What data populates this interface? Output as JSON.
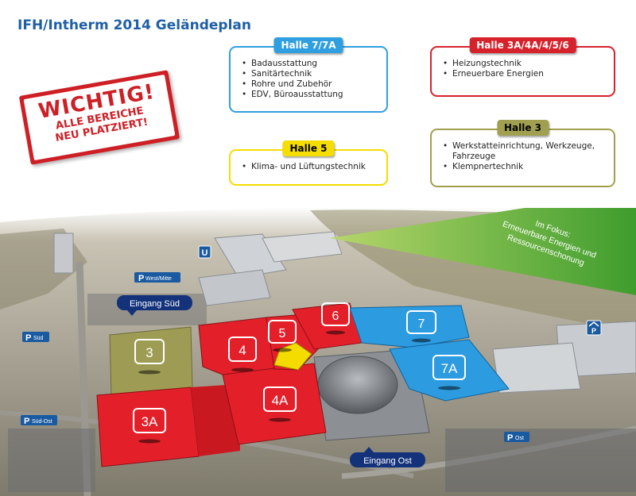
{
  "title": "IFH/Intherm 2014 Geländeplan",
  "legend": {
    "halle_7_7a": {
      "label": "Halle 7/7A",
      "color": "#2f9fe0",
      "items": [
        "Badausstattung",
        "Sanitärtechnik",
        "Rohre und Zubehör",
        "EDV, Büroausstattung"
      ]
    },
    "halle_3a": {
      "label": "Halle 3A/4A/4/5/6",
      "color": "#d6222b",
      "items": [
        "Heizungstechnik",
        "Erneuerbare Energien"
      ]
    },
    "halle_5": {
      "label": "Halle 5",
      "color": "#f5dd00",
      "items": [
        "Klima- und Lüftungstechnik"
      ]
    },
    "halle_3": {
      "label": "Halle 3",
      "color": "#a0a050",
      "items": [
        "Werkstatteinrichtung, Werkzeuge, Fahrzeuge",
        "Klempnertechnik"
      ]
    }
  },
  "stamp": {
    "line1": "WICHTIG!",
    "line2": "ALLE BEREICHE",
    "line3": "NEU PLATZIERT!"
  },
  "fokus": {
    "line1": "Im Fokus:",
    "line2": "Erneuerbare Energien und",
    "line3": "Ressourcenschonung"
  },
  "halls": {
    "h3": "3",
    "h3a": "3A",
    "h4": "4",
    "h4a": "4A",
    "h5": "5",
    "h6": "6",
    "h7": "7",
    "h7a": "7A"
  },
  "parking": {
    "west": "West/Mitte",
    "sued": "Süd",
    "sued_ost": "Süd-Ost",
    "ost": "Ost",
    "p": "P"
  },
  "entrances": {
    "sued": "Eingang Süd",
    "ost": "Eingang Ost"
  },
  "ubahn": "U"
}
